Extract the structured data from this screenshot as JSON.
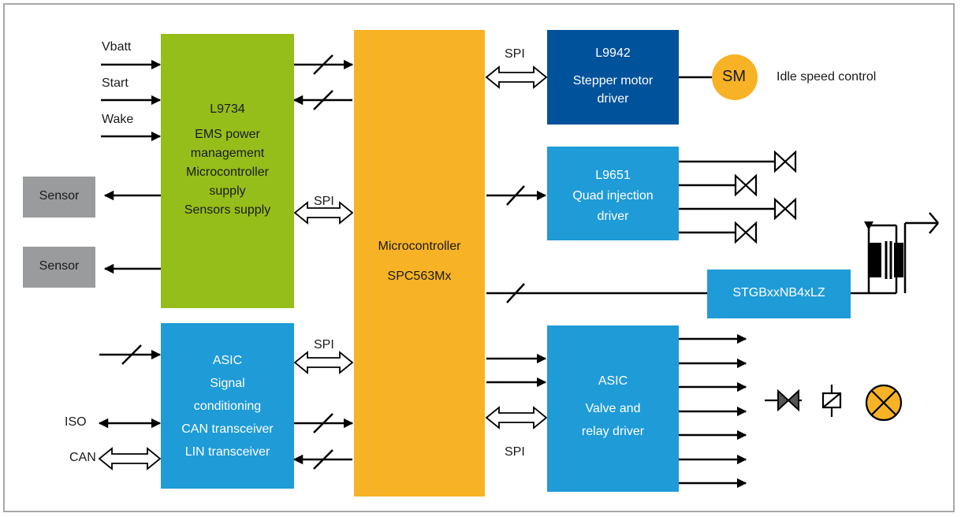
{
  "diagram": {
    "power_block": {
      "lines": [
        "L9734",
        "",
        "EMS power",
        "management",
        "Microcontroller",
        "supply",
        "Sensors supply"
      ],
      "color": "#96be1a"
    },
    "mcu": {
      "lines": [
        "Microcontroller",
        "",
        "SPC563Mx"
      ],
      "color": "#f7b225"
    },
    "stepper": {
      "lines": [
        "L9942",
        "",
        "Stepper motor",
        "driver"
      ],
      "color": "#00529b"
    },
    "injection": {
      "lines": [
        "L9651",
        "Quad injection",
        "driver"
      ],
      "color": "#1f9bd7"
    },
    "igbt": {
      "lines": [
        "STGBxxNB4xLZ"
      ],
      "color": "#1f9bd7"
    },
    "asic_signal": {
      "lines": [
        "ASIC",
        "Signal",
        "conditioning",
        "CAN transceiver",
        "LIN transceiver"
      ],
      "color": "#1f9bd7"
    },
    "asic_valve": {
      "lines": [
        "ASIC",
        "",
        "Valve and",
        "relay driver"
      ],
      "color": "#1f9bd7"
    },
    "sensors": [
      "Sensor",
      "Sensor"
    ],
    "inputs": {
      "vbatt": "Vbatt",
      "start": "Start",
      "wake": "Wake",
      "iso": "ISO",
      "can": "CAN"
    },
    "spi_labels": [
      "SPI",
      "SPI",
      "SPI",
      "SPI"
    ],
    "motor": {
      "label": "SM",
      "caption": "Idle speed control",
      "color": "#f7b225"
    }
  }
}
